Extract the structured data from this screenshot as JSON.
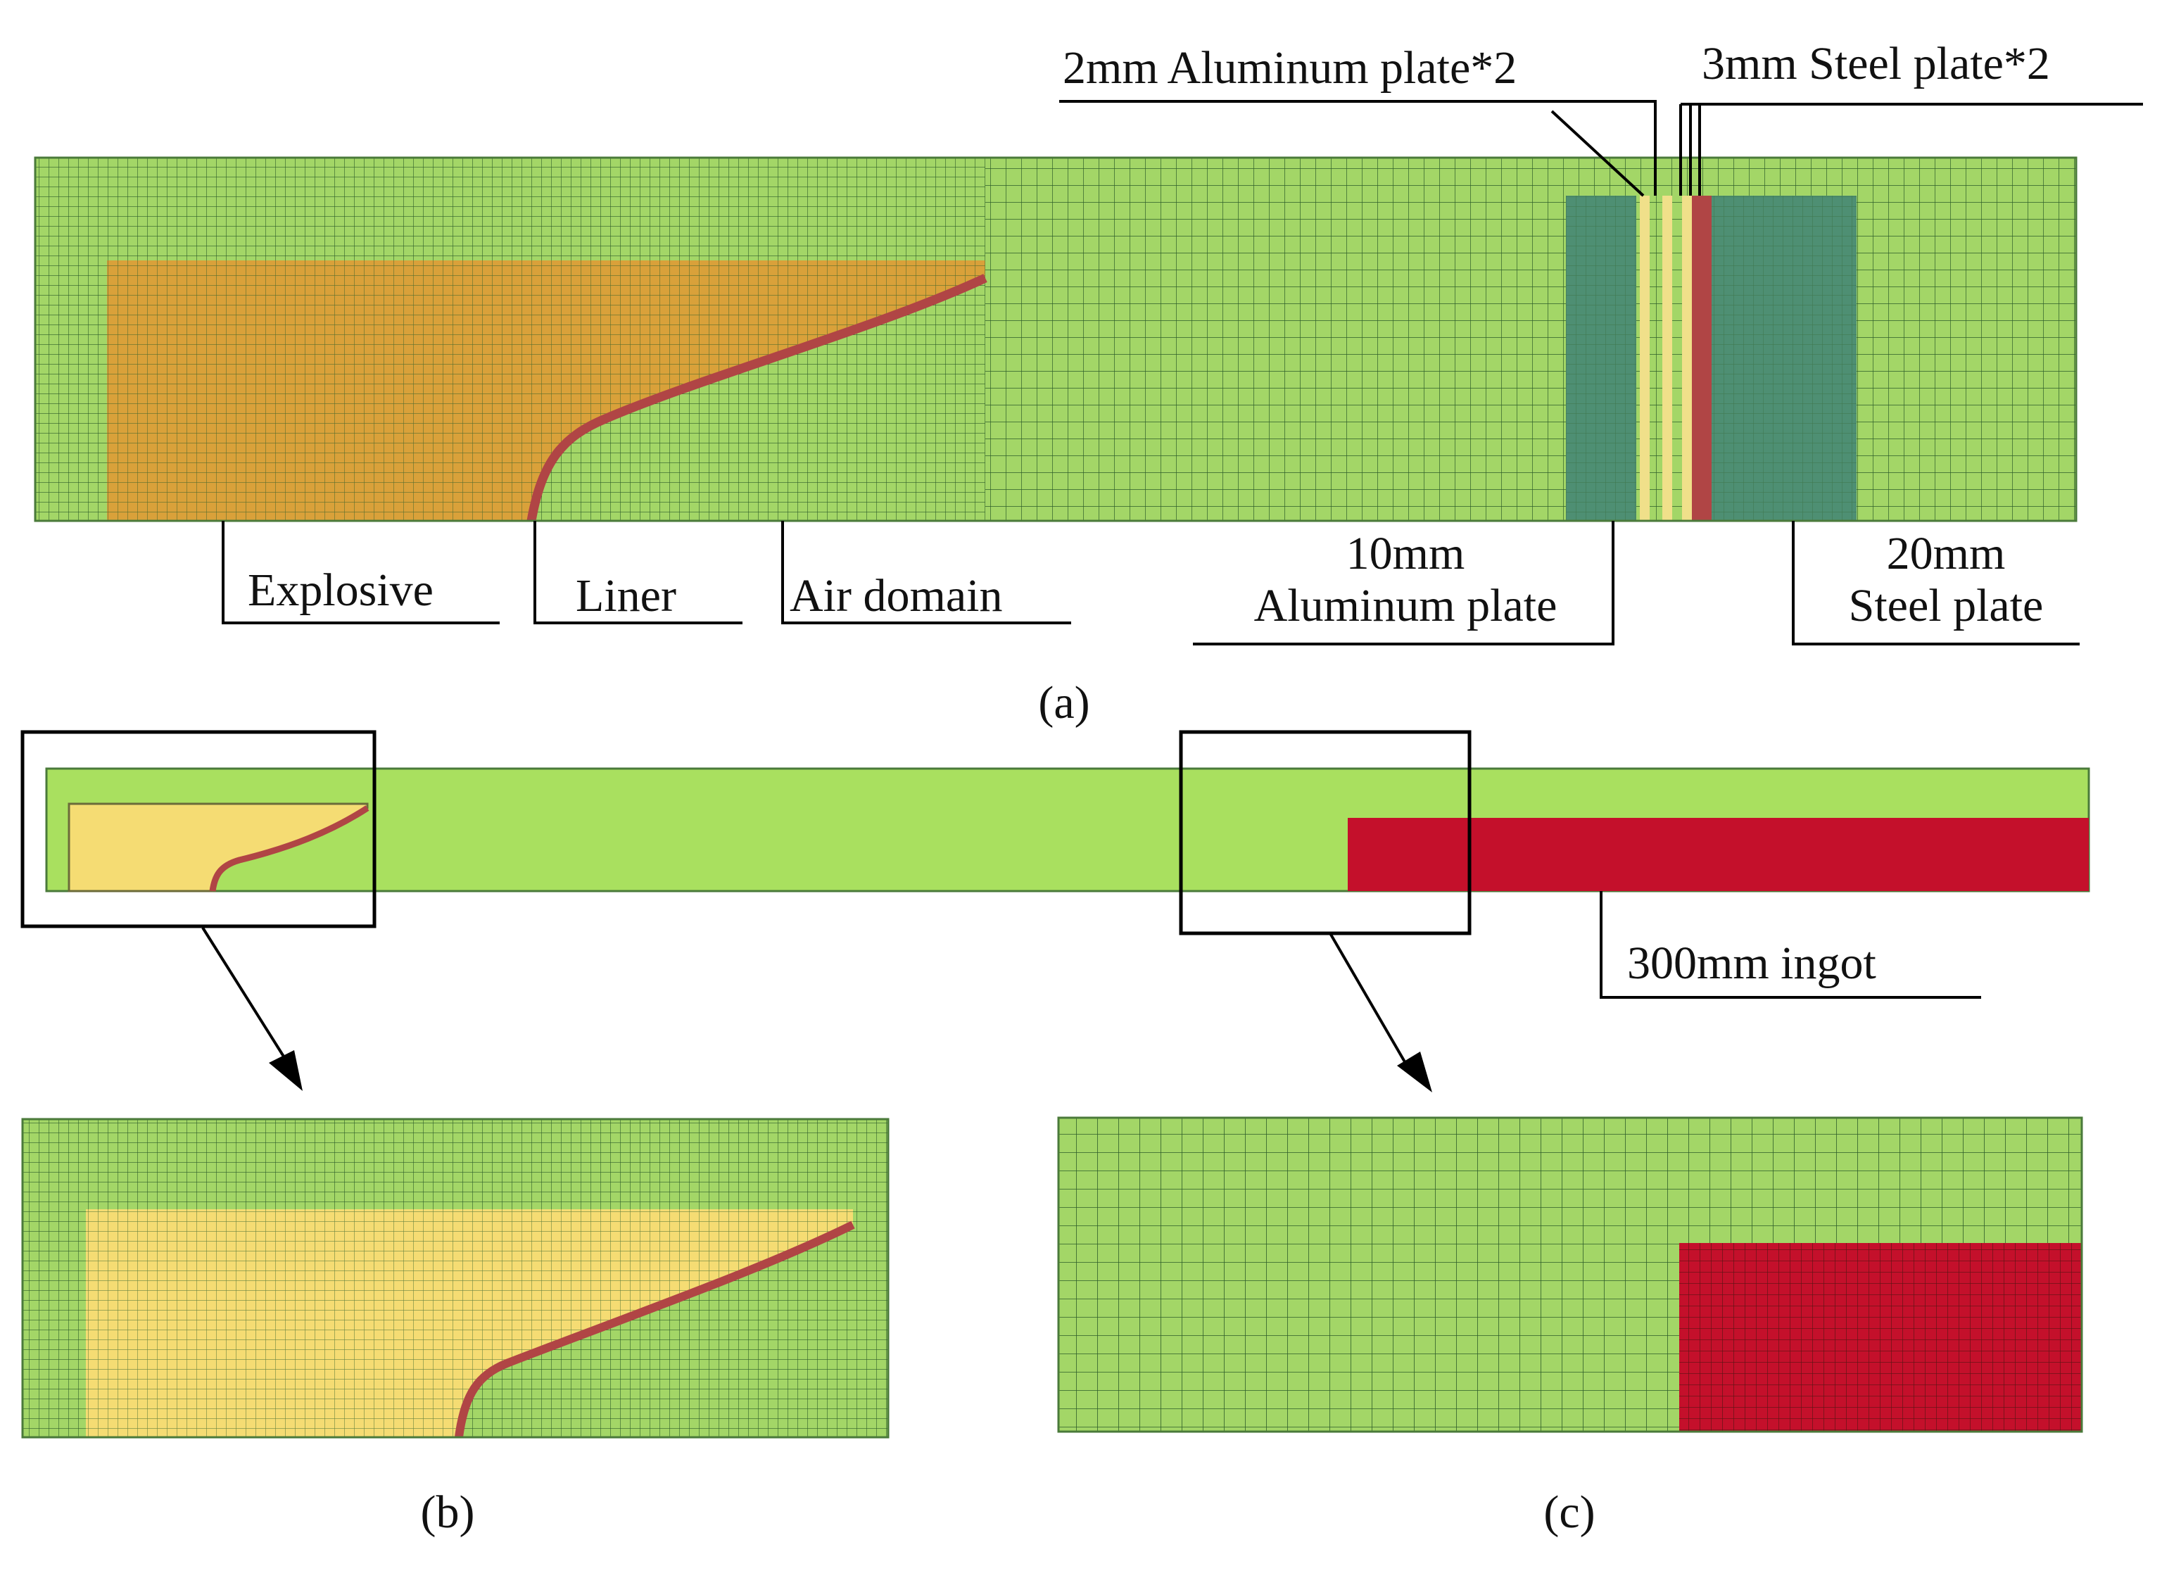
{
  "colors": {
    "air": "#a9e05f",
    "air_mesh": "#a3d667",
    "explosive": "#d9a13a",
    "explosive_light": "#f5dc73",
    "liner": "#b04545",
    "plate_dark": "#4e8f73",
    "ingot": "#c4102b",
    "thin_plate": "#f0e08a"
  },
  "panel_a": {
    "labels": {
      "explosive": "Explosive",
      "liner": "Liner",
      "air_domain": "Air domain",
      "al10_line1": "10mm",
      "al10_line2": "Aluminum plate",
      "steel20_line1": "20mm",
      "steel20_line2": "Steel plate",
      "al2": "2mm Aluminum plate*2",
      "steel3": "3mm Steel plate*2"
    },
    "caption": "(a)"
  },
  "overview": {
    "ingot_label": "300mm  ingot"
  },
  "panel_b": {
    "caption": "(b)"
  },
  "panel_c": {
    "caption": "(c)"
  }
}
